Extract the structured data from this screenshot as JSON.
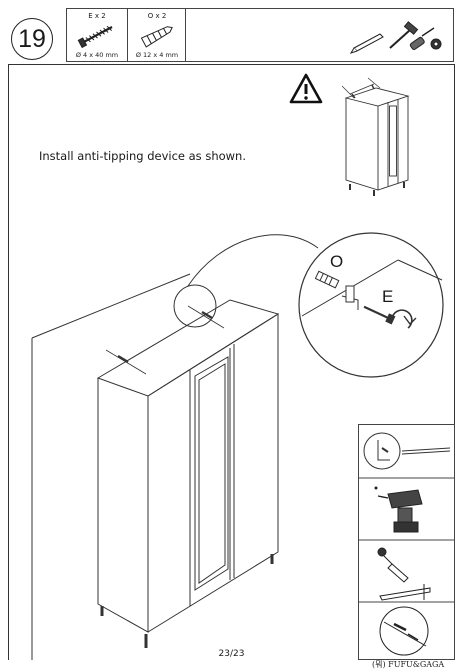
{
  "step": {
    "number": "19"
  },
  "parts": [
    {
      "qty": "E x 2",
      "size": "Ø 4 x 40 mm",
      "icon": "screw-icon"
    },
    {
      "qty": "O x 2",
      "size": "Ø 12 x 4 mm",
      "icon": "wall-plug-icon"
    }
  ],
  "tools": [
    "pencil-icon",
    "hammer-icon",
    "screwdriver-icon",
    "drill-bit-icon"
  ],
  "instruction": {
    "text": "Install anti-tipping device as shown."
  },
  "callout": {
    "label_o": "O",
    "label_e": "E"
  },
  "side_steps": [
    "mark-wall-icon",
    "drill-icon",
    "insert-plug-icon",
    "fasten-icon"
  ],
  "footer": {
    "page": "23/23",
    "brand": "(뭐) FUFU&GAGA"
  }
}
